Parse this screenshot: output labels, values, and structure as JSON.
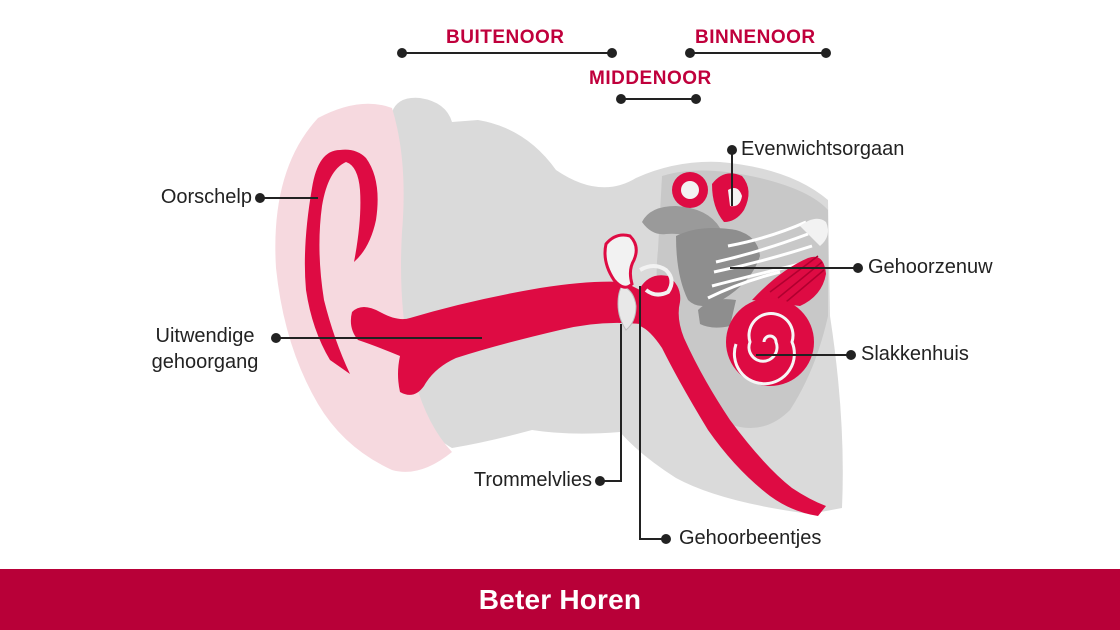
{
  "colors": {
    "accent": "#c0003c",
    "canal_red": "#de0b43",
    "pinna_pink": "#f6d9df",
    "skull_gray": "#dadada",
    "inner_gray": "#a8a8a8",
    "text": "#222222",
    "footer_bg": "#b80038"
  },
  "sections": {
    "outer_ear": "BUITENOOR",
    "middle_ear": "MIDDENOOR",
    "inner_ear": "BINNENOOR"
  },
  "labels": {
    "pinna": "Oorschelp",
    "canal_line1": "Uitwendige",
    "canal_line2": "gehoorgang",
    "eardrum": "Trommelvlies",
    "ossicles": "Gehoorbeentjes",
    "vestibular": "Evenwichtsorgaan",
    "nerve": "Gehoorzenuw",
    "cochlea": "Slakkenhuis"
  },
  "footer": {
    "brand": "Beter Horen"
  },
  "icons": {
    "callout_dot": "filled-circle",
    "range_marker": "dot-line-dot"
  }
}
